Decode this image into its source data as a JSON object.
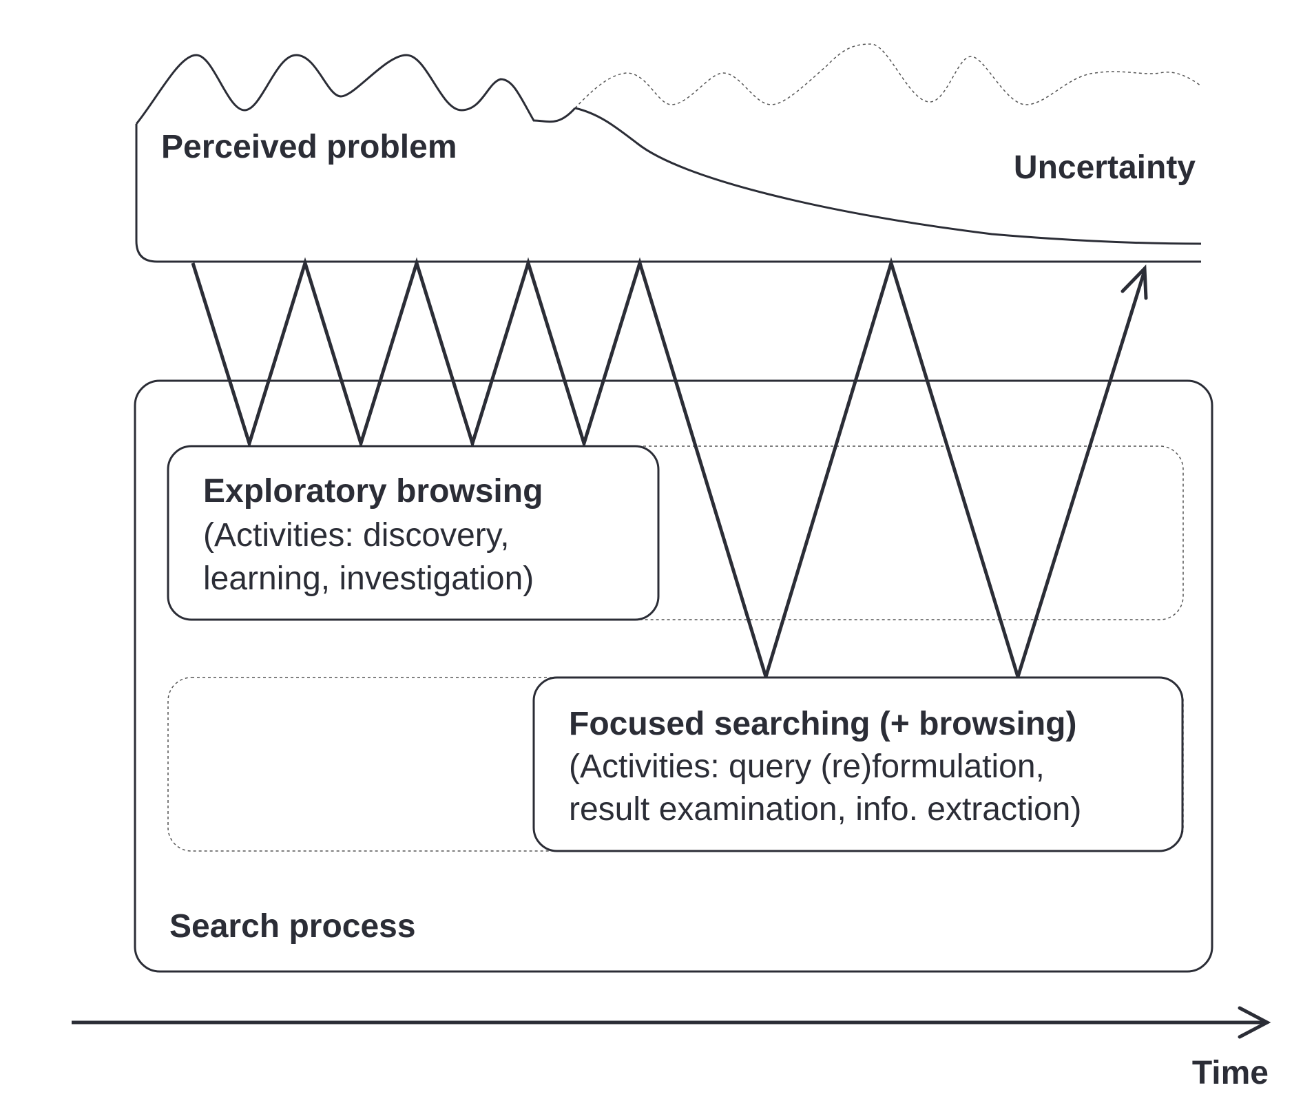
{
  "colors": {
    "ink": "#2b2d36",
    "dashed": "#555555",
    "background": "#ffffff"
  },
  "perceived_problem": {
    "label": "Perceived problem"
  },
  "uncertainty": {
    "label": "Uncertainty"
  },
  "exploratory": {
    "title": "Exploratory browsing",
    "line1": "(Activities: discovery,",
    "line2": "learning, investigation)"
  },
  "focused": {
    "title": "Focused searching (+ browsing)",
    "line1": "(Activities: query (re)formulation,",
    "line2": "result examination, info. extraction)"
  },
  "search_process": {
    "label": "Search process"
  },
  "time_axis": {
    "label": "Time"
  }
}
